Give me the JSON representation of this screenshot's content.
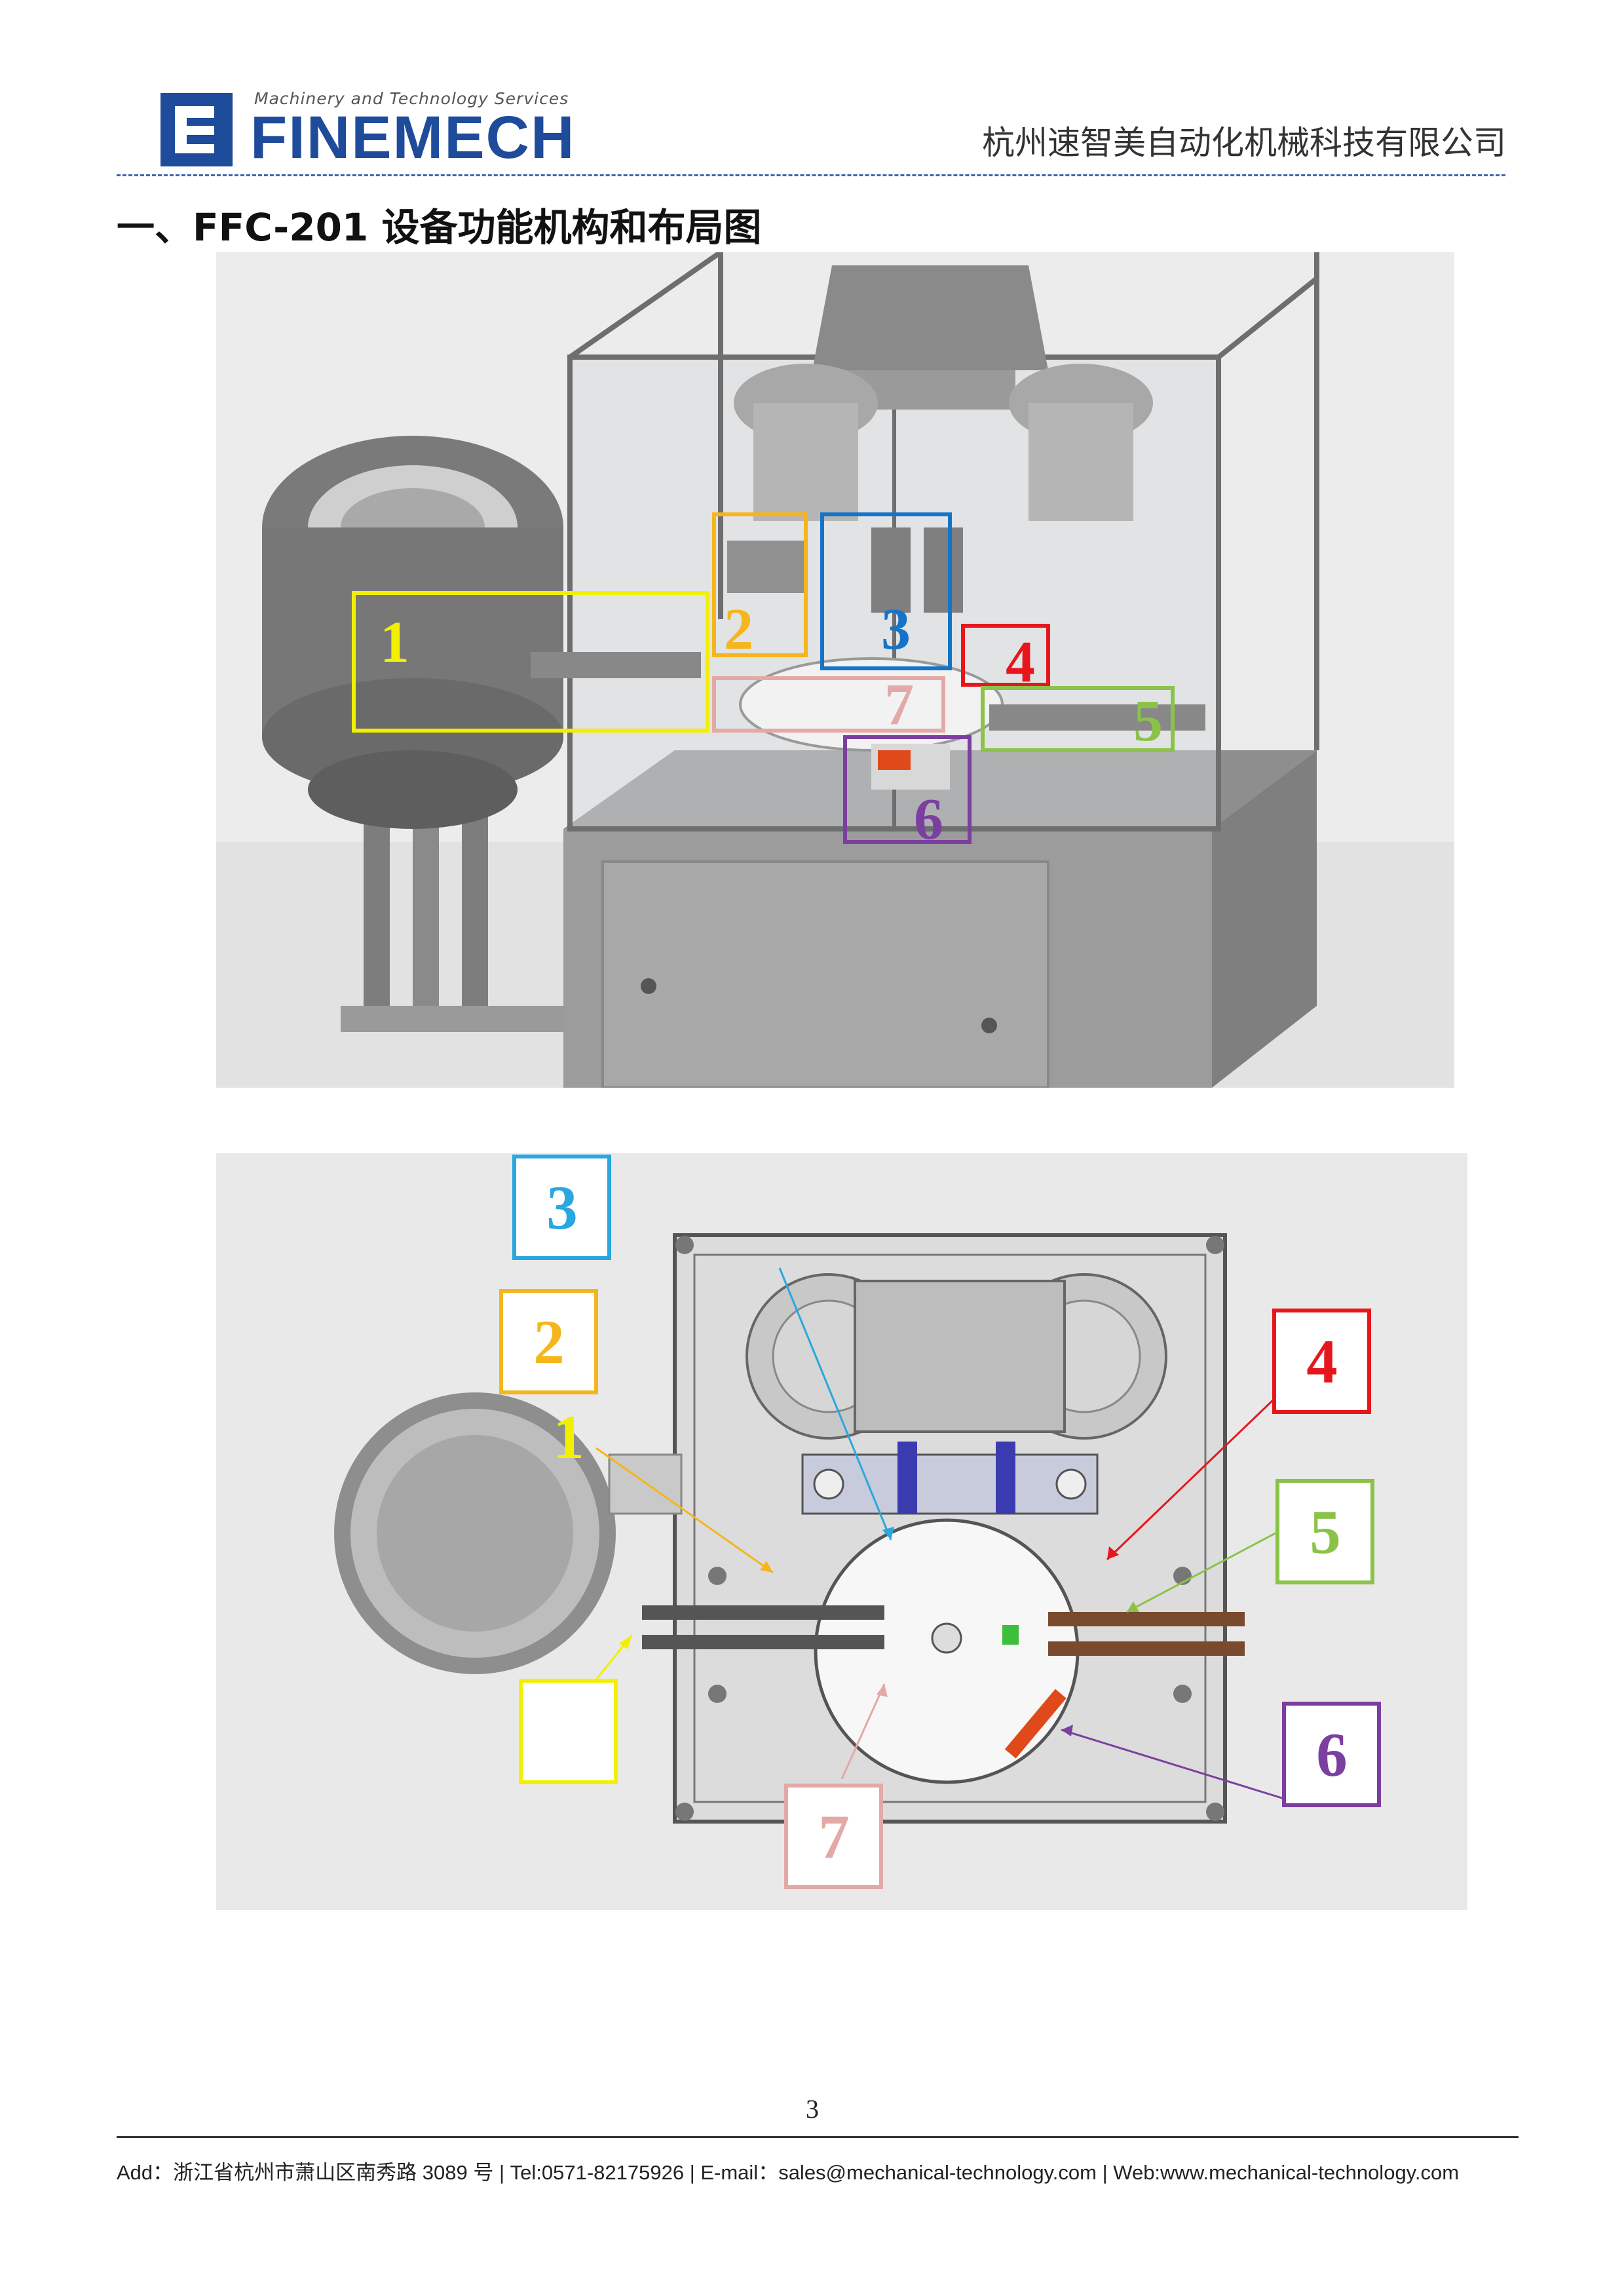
{
  "header": {
    "tagline": "Machinery and Technology Services",
    "brand": "FINEMECH",
    "company": "杭州速智美自动化机械科技有限公司"
  },
  "section_title": "一、FFC-201 设备功能机构和布局图",
  "figure1": {
    "labels": [
      {
        "text": "1",
        "color": "#f2f000"
      },
      {
        "text": "2",
        "color": "#f5b51d"
      },
      {
        "text": "3",
        "color": "#1574c8"
      },
      {
        "text": "4",
        "color": "#e8161c"
      },
      {
        "text": "5",
        "color": "#8bc34a"
      },
      {
        "text": "6",
        "color": "#7b3fa0"
      },
      {
        "text": "7",
        "color": "#e3a9a6"
      }
    ]
  },
  "figure2": {
    "labels": [
      {
        "text": "1",
        "color": "#f2f000"
      },
      {
        "text": "2",
        "color": "#f5b51d"
      },
      {
        "text": "3",
        "color": "#2aa7de"
      },
      {
        "text": "4",
        "color": "#e8161c"
      },
      {
        "text": "5",
        "color": "#8bc34a"
      },
      {
        "text": "6",
        "color": "#7b3fa0"
      },
      {
        "text": "7",
        "color": "#e3a9a6"
      }
    ]
  },
  "footer": {
    "page_number": "3",
    "contact": "Add：浙江省杭州市萧山区南秀路 3089 号 | Tel:0571-82175926 | E-mail：sales@mechanical-technology.com | Web:www.mechanical-technology.com"
  }
}
